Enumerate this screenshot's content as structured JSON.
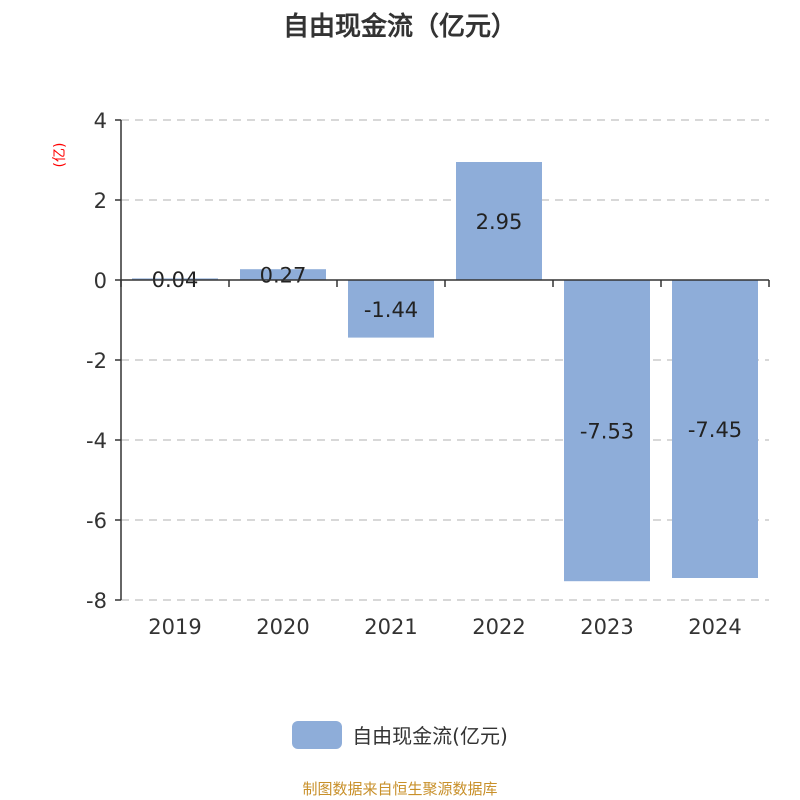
{
  "title": "自由现金流（亿元）",
  "source": "制图数据来自恒生聚源数据库",
  "colors": {
    "bar": "#8eadd9",
    "ylabel": "#ff0000",
    "source": "#c8902a"
  },
  "chart_data": {
    "type": "bar",
    "title": "自由现金流（亿元）",
    "ylabel": "(亿)",
    "xlabel": "",
    "categories": [
      "2019",
      "2020",
      "2021",
      "2022",
      "2023",
      "2024"
    ],
    "values": [
      0.04,
      0.27,
      -1.44,
      2.95,
      -7.53,
      -7.45
    ],
    "labels": [
      "0.04",
      "0.27",
      "-1.44",
      "2.95",
      "-7.53",
      "-7.45"
    ],
    "ylim": [
      -8,
      4
    ],
    "yticks": [
      4,
      2,
      0,
      -2,
      -4,
      -6,
      -8
    ],
    "grid": true,
    "legend": {
      "entries": [
        "自由现金流(亿元)"
      ],
      "placement": "bottom"
    }
  }
}
